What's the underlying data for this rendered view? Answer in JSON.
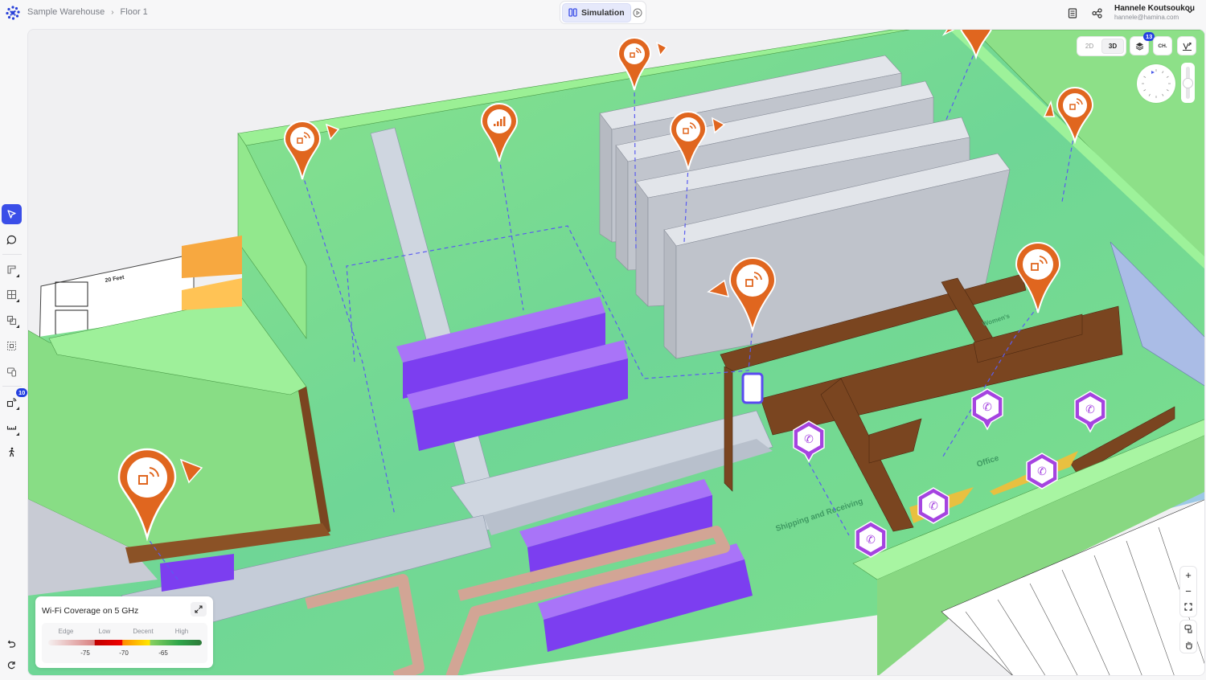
{
  "header": {
    "breadcrumb": [
      "Sample Warehouse",
      "Floor 1"
    ],
    "mode_label": "Simulation",
    "user": {
      "name": "Hannele Koutsoukou",
      "email": "hannele@hamina.com"
    }
  },
  "leftbar": {
    "tools": [
      {
        "id": "select",
        "icon": "cursor-icon",
        "active": true
      },
      {
        "id": "comment",
        "icon": "comment-icon"
      },
      {
        "id": "walls",
        "icon": "wall-icon"
      },
      {
        "id": "areas",
        "icon": "grid-area-icon"
      },
      {
        "id": "objects",
        "icon": "object-icon"
      },
      {
        "id": "selection-area",
        "icon": "dotted-select-icon"
      },
      {
        "id": "devices",
        "icon": "devices-icon"
      },
      {
        "id": "access-points",
        "icon": "access-point-icon",
        "badge": "10"
      },
      {
        "id": "measure",
        "icon": "ruler-icon"
      },
      {
        "id": "survey",
        "icon": "walker-icon"
      }
    ],
    "undo_label": "undo",
    "redo_label": "redo"
  },
  "view_controls": {
    "dimension_options": [
      "2D",
      "3D"
    ],
    "dimension_selected": "3D",
    "layers_badge": "13",
    "channel_label": "CH.",
    "zoom_in": "+",
    "zoom_out": "−"
  },
  "scene": {
    "scale_label": "20 Feet",
    "room_labels": [
      "Shipping and Receiving",
      "Office",
      "Women's"
    ]
  },
  "legend": {
    "title": "Wi-Fi Coverage on 5 GHz",
    "categories": [
      "Edge",
      "Low",
      "Decent",
      "High"
    ],
    "ticks": [
      "-75",
      "-70",
      "-65"
    ],
    "colors": {
      "edge": "#d98080",
      "low": "#e00000",
      "decent": "#ffc800",
      "high": "#2fa64a"
    }
  },
  "colors": {
    "accent": "#3a4ee8",
    "ap_orange": "#e0661f",
    "phone_purple": "#a544e0",
    "floor_green": "#8fe88a",
    "wall_brown": "#7a4520",
    "rack_gray": "#b8bcc6",
    "rack_purple": "#8a4ef2"
  }
}
